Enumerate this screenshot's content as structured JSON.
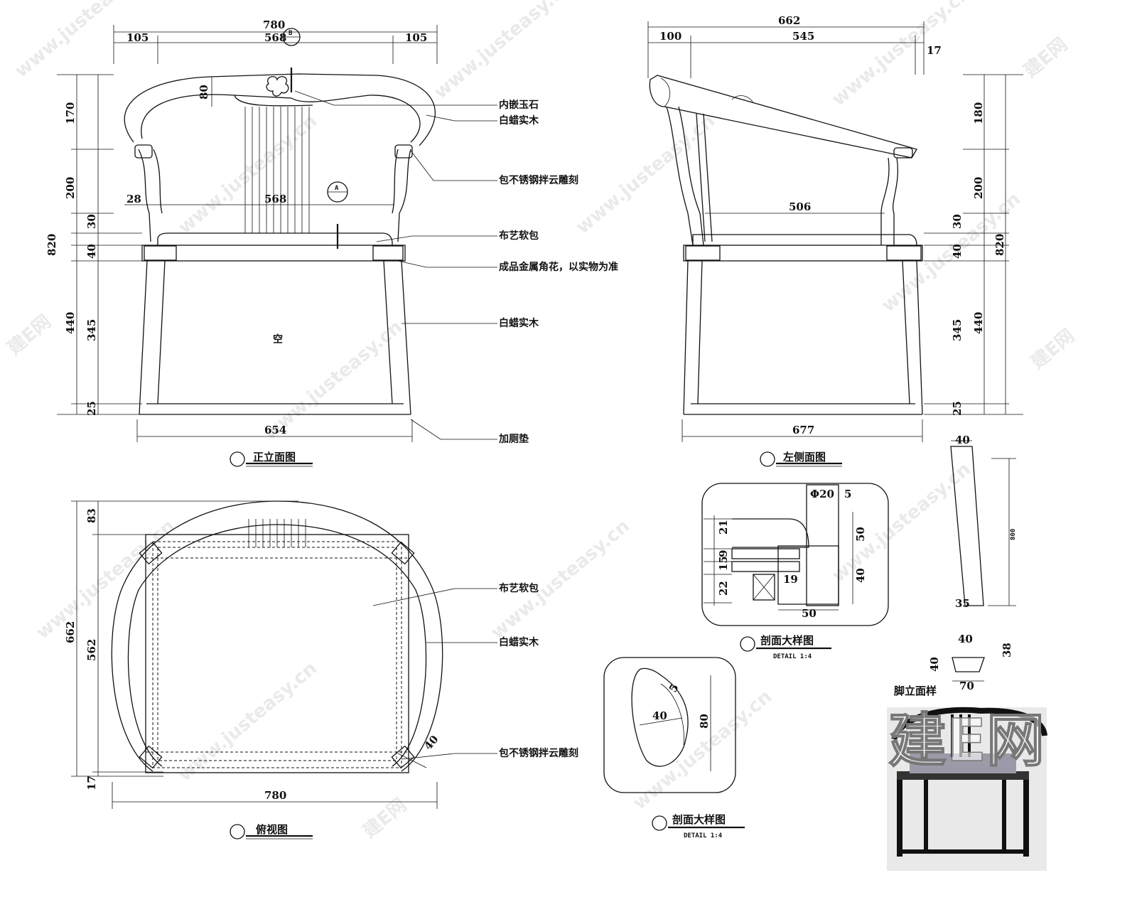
{
  "watermark": {
    "brand": "建E网",
    "url": "www.justeasy.cn"
  },
  "front_view": {
    "title": "正立面图",
    "dims_top": [
      "780",
      "105",
      "568",
      "105"
    ],
    "dims_left": [
      "820",
      "170",
      "200",
      "30",
      "40",
      "440",
      "345",
      "25"
    ],
    "dim_inner_width": "568",
    "dim_bottom": "654",
    "dim_28": "28",
    "dim_80": "80",
    "center_label": "空",
    "callouts": [
      "内嵌玉石",
      "白蜡实木",
      "包不锈钢拌云雕刻",
      "布艺软包",
      "成品金属角花，以实物为准",
      "白蜡实木",
      "加厕垫"
    ]
  },
  "side_view": {
    "title": "左侧面图",
    "dims_top": [
      "662",
      "100",
      "545",
      "17"
    ],
    "dims_right": [
      "820",
      "180",
      "200",
      "30",
      "40",
      "440",
      "345",
      "25"
    ],
    "dim_inner_width": "506",
    "dim_bottom": "677"
  },
  "plan_view": {
    "title": "俯视图",
    "dims_left": [
      "662",
      "83",
      "562",
      "17"
    ],
    "dim_bottom": "780",
    "dim_40": "40",
    "callouts": [
      "布艺软包",
      "白蜡实木",
      "包不锈钢拌云雕刻"
    ]
  },
  "section_a": {
    "title": "剖面大样图",
    "subtitle": "DETAIL 1:4",
    "dims": [
      "Φ20",
      "5",
      "21",
      "9",
      "15",
      "22",
      "50",
      "40",
      "19",
      "50"
    ]
  },
  "section_b": {
    "title": "剖面大样图",
    "subtitle": "DETAIL 1:4",
    "dims": [
      "5",
      "40",
      "80"
    ]
  },
  "leg_detail": {
    "dims": [
      "40",
      "800",
      "35"
    ],
    "section_title": "脚立面样",
    "section_dims": [
      "40",
      "40",
      "38",
      "70"
    ]
  },
  "photo": {
    "logo_text": "建E网"
  },
  "markers": {
    "A": "A",
    "B": "B"
  }
}
